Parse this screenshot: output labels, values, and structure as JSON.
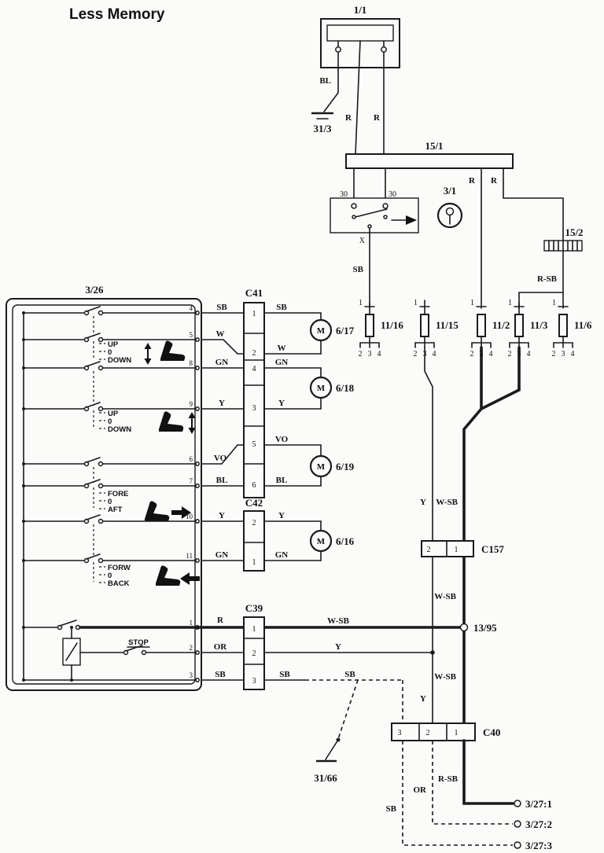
{
  "title": "Less Memory",
  "colors": {
    "ink": "#1a1a1a",
    "paper": "#fbfbf9"
  },
  "components": {
    "unit": "1/1",
    "ground_top": "31/3",
    "fusebox": "15/1",
    "ignition_switch": "3/1",
    "fuse_15_2": "15/2",
    "fuse_11_16": "11/16",
    "fuse_11_15": "11/15",
    "fuse_11_2": "11/2",
    "fuse_11_3": "11/3",
    "fuse_11_6": "11/6",
    "seat_switch_unit": "3/26",
    "motor_1": "6/17",
    "motor_2": "6/18",
    "motor_3": "6/19",
    "motor_4": "6/16",
    "motor_symbol": "M",
    "junction": "13/95",
    "ground_bottom": "31/66",
    "out_1": "3/27:1",
    "out_2": "3/27:2",
    "out_3": "3/27:3"
  },
  "connectors": {
    "c41": {
      "label": "C41",
      "pins": [
        "1",
        "2",
        "4",
        "3",
        "5",
        "6"
      ]
    },
    "c42": {
      "label": "C42",
      "pins": [
        "2",
        "1"
      ]
    },
    "c39": {
      "label": "C39",
      "pins": [
        "1",
        "2",
        "3"
      ]
    },
    "c157": {
      "label": "C157",
      "pins": [
        "2",
        "1"
      ]
    },
    "c40": {
      "label": "C40",
      "pins": [
        "3",
        "2",
        "1"
      ]
    }
  },
  "switch_unit_pins": [
    "4",
    "5",
    "8",
    "9",
    "6",
    "7",
    "10",
    "11",
    "1",
    "2",
    "3"
  ],
  "terminals": {
    "t30": "30",
    "tx": "X",
    "t1": "1",
    "t2": "2",
    "t3": "3",
    "t4": "4"
  },
  "wire_labels": {
    "bl": "BL",
    "r": "R",
    "sb": "SB",
    "rsb": "R-SB",
    "wsb": "W-SB",
    "w": "W",
    "gn": "GN",
    "y": "Y",
    "vo": "VO",
    "or": "OR"
  },
  "switch_labels": {
    "up": "UP",
    "zero": "0",
    "down": "DOWN",
    "fore": "FORE",
    "aft": "AFT",
    "forw": "FORW",
    "back": "BACK",
    "stop": "STOP"
  },
  "icons": {
    "seat": "seat-icon",
    "arrow_vertical": "up-down-arrow-icon",
    "arrow_horizontal": "side-arrow-icon",
    "motor": "motor-icon",
    "ground": "ground-icon",
    "key": "ignition-key-icon"
  }
}
